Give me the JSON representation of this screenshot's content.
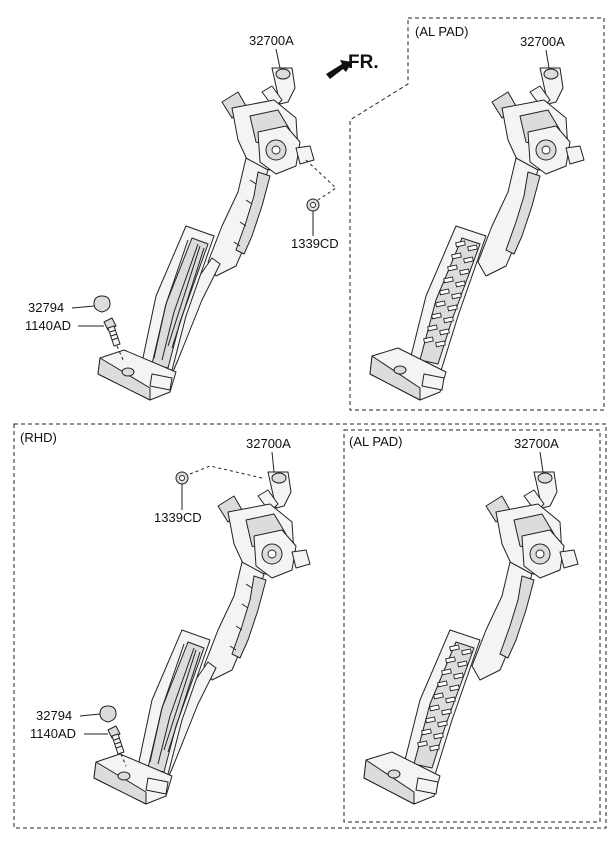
{
  "direction": {
    "label": "FR."
  },
  "panels": {
    "lhd": {
      "section_label": "",
      "labels": {
        "assembly": "32700A",
        "nut": "1339CD",
        "stopper": "32794",
        "bolt": "1140AD"
      }
    },
    "lhd_al_pad": {
      "section_label": "(AL PAD)",
      "labels": {
        "assembly": "32700A"
      }
    },
    "rhd": {
      "section_label": "(RHD)",
      "labels": {
        "assembly": "32700A",
        "nut": "1339CD",
        "stopper": "32794",
        "bolt": "1140AD"
      }
    },
    "rhd_al_pad": {
      "section_label": "(AL PAD)",
      "labels": {
        "assembly": "32700A"
      }
    }
  }
}
